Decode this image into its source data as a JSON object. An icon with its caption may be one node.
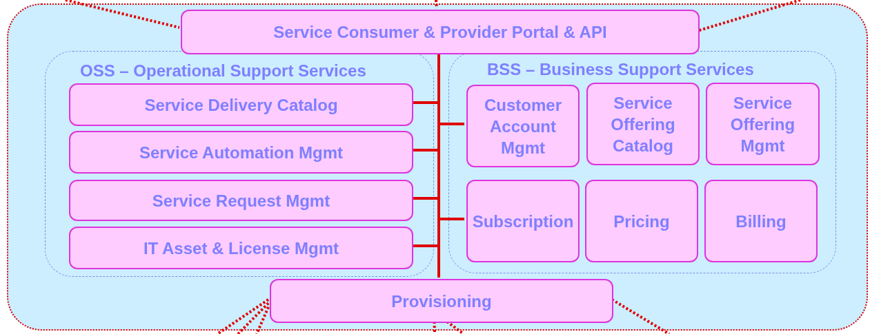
{
  "diagram": {
    "nodes": [
      {
        "text": [],
        "shape": "box"
      },
      {
        "text": [
          "Service Consumer & Provider Portal & API"
        ],
        "in": 0
      },
      {
        "text": [
          "OSS – Operational Support Services"
        ],
        "in": 0
      },
      {
        "text": [
          "Service Delivery Catalog"
        ],
        "in": 2
      },
      {
        "text": [
          "Service Automation Mgmt"
        ],
        "in": 2
      },
      {
        "text": [
          "Service Request Mgmt"
        ],
        "in": 2
      },
      {
        "text": [
          "IT Asset & License Mgmt"
        ],
        "in": 2
      },
      {
        "text": [
          "BSS – Business Support Services"
        ],
        "in": 0
      },
      {
        "text": [
          "Customer Account Mgmt"
        ],
        "in": 7
      },
      {
        "text": [
          "Service Offering Catalog"
        ],
        "in": 7
      },
      {
        "text": [
          "Service Offering Mgmt"
        ],
        "in": 7
      },
      {
        "text": [
          "Subscription"
        ],
        "in": 7
      },
      {
        "text": [
          "Pricing"
        ],
        "in": 7
      },
      {
        "text": [
          "Billing"
        ],
        "in": 7
      },
      {
        "text": [
          "Provisioning"
        ],
        "in": 0
      }
    ],
    "edges": [
      {
        "from": 1,
        "to": 14,
        "arrow": "none"
      },
      {
        "from": 1,
        "to": 3,
        "arrow": "none"
      },
      {
        "from": 1,
        "to": 4,
        "arrow": "none"
      },
      {
        "from": 1,
        "to": 5,
        "arrow": "none"
      },
      {
        "from": 1,
        "to": 6,
        "arrow": "none"
      },
      {
        "from": 1,
        "to": 8,
        "arrow": "none"
      },
      {
        "from": 1,
        "to": 11,
        "arrow": "none"
      },
      {
        "from": null,
        "to": 1,
        "arrow": "none",
        "style": "dashed"
      },
      {
        "from": null,
        "to": 1,
        "arrow": "none",
        "style": "dashed"
      },
      {
        "from": null,
        "to": 1,
        "arrow": "none",
        "style": "dashed"
      },
      {
        "from": 14,
        "to": null,
        "arrow": "none",
        "style": "dashed"
      },
      {
        "from": 14,
        "to": null,
        "arrow": "none",
        "style": "dashed"
      },
      {
        "from": 14,
        "to": null,
        "arrow": "none",
        "style": "dashed"
      },
      {
        "from": 14,
        "to": null,
        "arrow": "none",
        "style": "dashed"
      },
      {
        "from": 14,
        "to": null,
        "arrow": "none",
        "style": "dashed"
      },
      {
        "from": 14,
        "to": null,
        "arrow": "none",
        "style": "dashed"
      }
    ]
  }
}
